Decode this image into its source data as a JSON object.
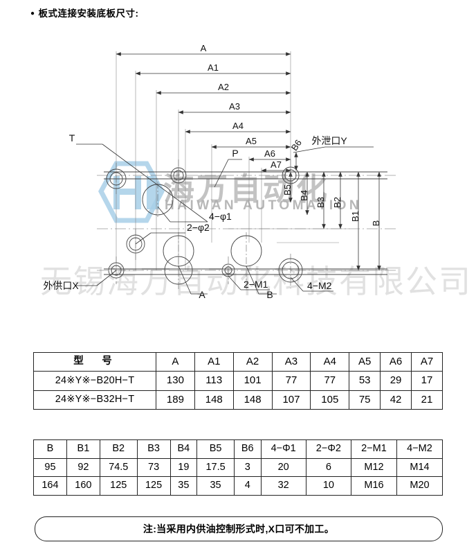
{
  "heading": {
    "bullet": "●",
    "text": "板式连接安装底板尺寸:"
  },
  "drawing": {
    "horizontal_dimensions": [
      "A",
      "A1",
      "A2",
      "A3",
      "A4",
      "A5",
      "A6",
      "A7"
    ],
    "vertical_dimensions": [
      "B",
      "B1",
      "B2",
      "B3",
      "B4",
      "B5",
      "B6"
    ],
    "port_labels": {
      "t": "T",
      "p": "P",
      "drain_y": "外泄口Y",
      "supply_x": "外供口X"
    },
    "hole_callouts": {
      "phi1": "4−φ1",
      "phi2": "2−φ2",
      "m1": "2−M1",
      "m2": "4−M2"
    },
    "section_marks": {
      "a": "A",
      "b": "B"
    }
  },
  "watermark": {
    "big_text": "无锡海万自动化科技有限公司",
    "brand_cn": "海万自动化",
    "brand_en": "HAIWAN AUTOMATION",
    "logo_letter": "H",
    "logo_color": "#a8cfe8"
  },
  "table1": {
    "headers": [
      "型　号",
      "A",
      "A1",
      "A2",
      "A3",
      "A4",
      "A5",
      "A6",
      "A7"
    ],
    "rows": [
      {
        "model": "24※Y※−B20H−T",
        "values": [
          "130",
          "113",
          "101",
          "77",
          "77",
          "53",
          "29",
          "17"
        ]
      },
      {
        "model": "24※Y※−B32H−T",
        "values": [
          "189",
          "148",
          "148",
          "107",
          "105",
          "75",
          "42",
          "21"
        ]
      }
    ]
  },
  "table2": {
    "headers": [
      "B",
      "B1",
      "B2",
      "B3",
      "B4",
      "B5",
      "B6",
      "4−Φ1",
      "2−Φ2",
      "2−M1",
      "4−M2"
    ],
    "rows": [
      [
        "95",
        "92",
        "74.5",
        "73",
        "19",
        "17.5",
        "3",
        "20",
        "6",
        "M12",
        "M14"
      ],
      [
        "164",
        "160",
        "125",
        "125",
        "35",
        "35",
        "4",
        "32",
        "10",
        "M16",
        "M20"
      ]
    ]
  },
  "note": {
    "text": "注:当采用内供油控制形式时,X口可不加工。"
  }
}
